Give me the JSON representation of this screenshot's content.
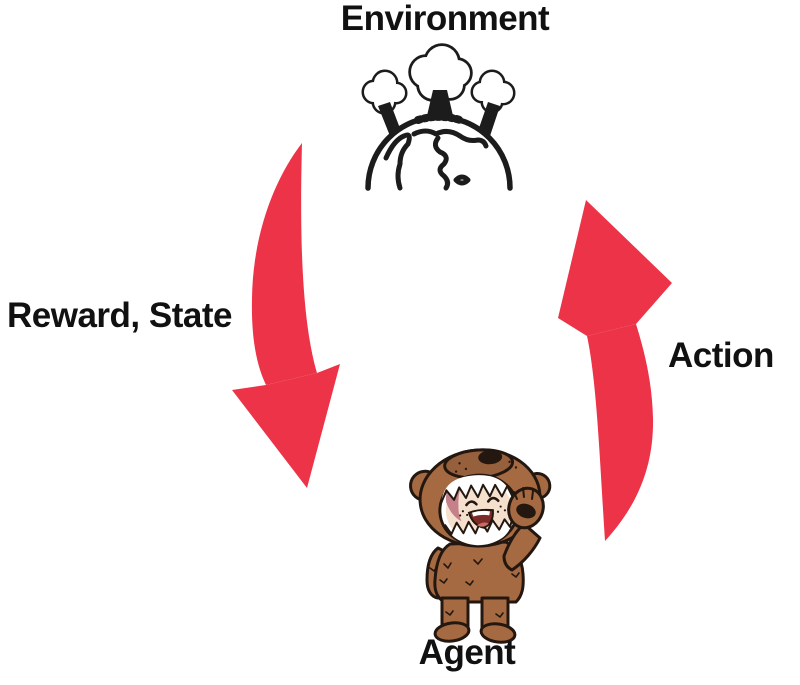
{
  "labels": {
    "environment": "Environment",
    "reward_state": "Reward, State",
    "action": "Action",
    "agent": "Agent"
  },
  "icons": {
    "environment": "globe-with-trees-icon",
    "agent": "child-in-bear-costume-icon",
    "reward_arrow": "curved-arrow-down-icon",
    "action_arrow": "curved-arrow-up-icon"
  },
  "colors": {
    "background": "#FFFFFF",
    "arrow_red": "#EC3347",
    "text_black": "#111111",
    "lineart_black": "#1C1C1C",
    "bear_brown": "#A56A42",
    "bear_muzzle_brown": "#96603C",
    "bear_outline": "#231710",
    "skin": "#F5E0CE",
    "hair_pink": "#C5808A",
    "mouth_dark": "#7C2B26",
    "teeth_white": "#FFFFFF"
  }
}
